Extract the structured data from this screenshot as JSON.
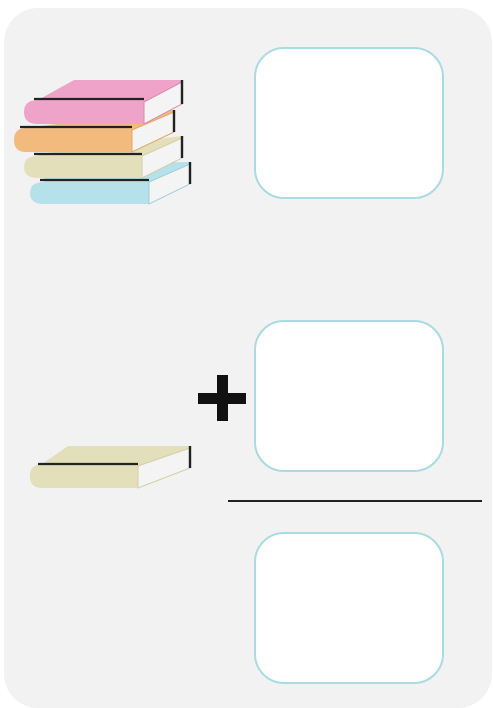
{
  "worksheet": {
    "operation": "addition",
    "operator_icon": "plus-icon",
    "top_addend": {
      "icon": "book-stack-icon",
      "book_count": 4,
      "book_colors": [
        "#f0a3c8",
        "#f2bb7d",
        "#e3dfba",
        "#b5e2ea"
      ]
    },
    "bottom_addend": {
      "icon": "book-icon",
      "book_count": 1,
      "book_colors": [
        "#e3dfba"
      ]
    },
    "answer_boxes": [
      "",
      "",
      ""
    ],
    "box_border_color": "#a9dbe3",
    "card_background": "#f2f2f2"
  }
}
